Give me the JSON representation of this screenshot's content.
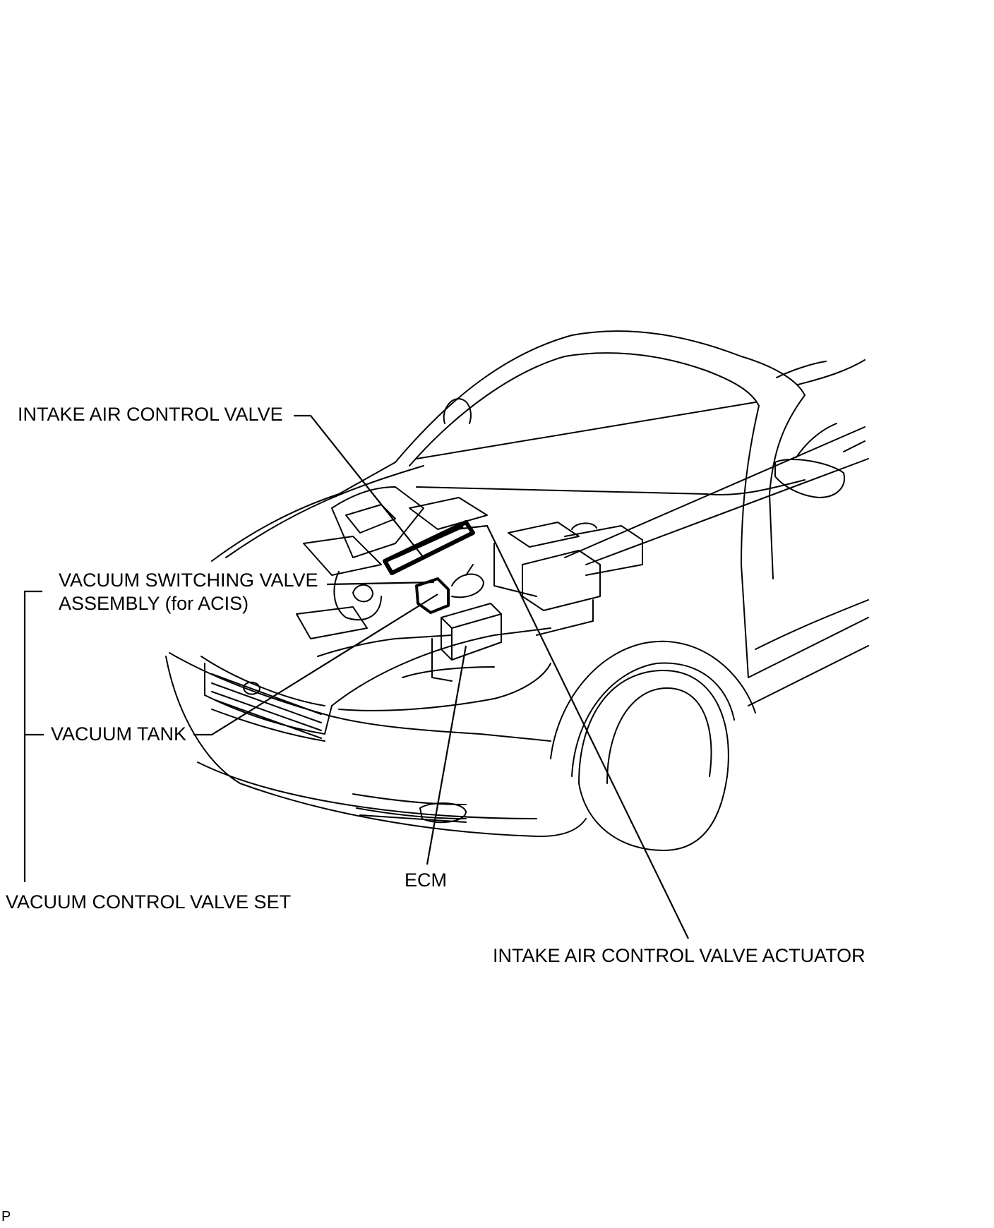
{
  "labels": {
    "intake_air_control_valve": "INTAKE AIR CONTROL VALVE",
    "vacuum_switching_valve_line1": "VACUUM SWITCHING VALVE",
    "vacuum_switching_valve_line2": "ASSEMBLY (for ACIS)",
    "vacuum_tank": "VACUUM TANK",
    "ecm": "ECM",
    "vacuum_control_valve_set": "VACUUM CONTROL VALVE SET",
    "intake_air_control_valve_actuator": "INTAKE AIR CONTROL VALVE ACTUATOR",
    "figure_code": "P"
  },
  "colors": {
    "line": "#000000",
    "background": "#ffffff"
  }
}
